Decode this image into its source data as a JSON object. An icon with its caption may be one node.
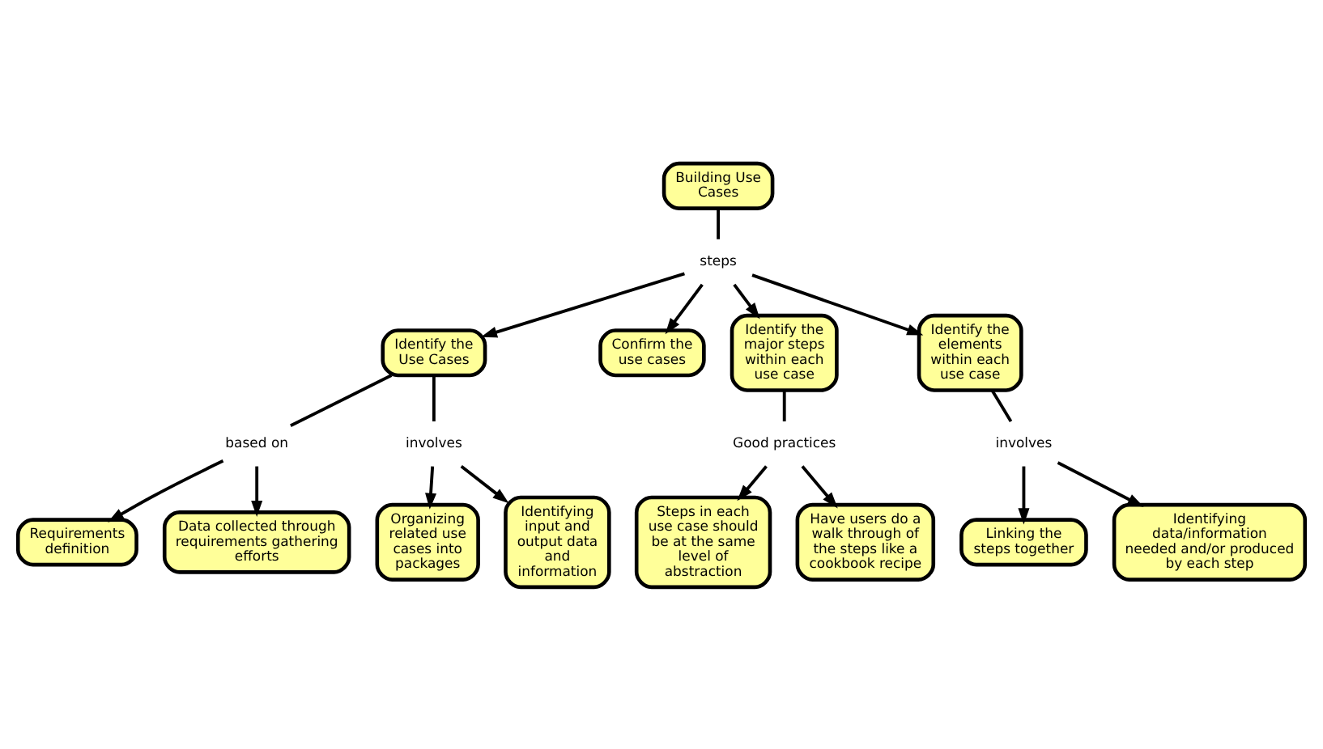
{
  "diagram": {
    "nodes": [
      {
        "text": [
          "Building Use Cases"
        ]
      },
      {
        "text": [
          "steps"
        ]
      },
      {
        "text": [
          "Identify the Use Cases"
        ]
      },
      {
        "text": [
          "Confirm the use cases"
        ]
      },
      {
        "text": [
          "Identify the major steps within each use case"
        ]
      },
      {
        "text": [
          "Identify the elements within each use case"
        ]
      },
      {
        "text": [
          "based on"
        ]
      },
      {
        "text": [
          "Requirements definition"
        ]
      },
      {
        "text": [
          "Data collected through requirements gathering efforts"
        ]
      },
      {
        "text": [
          "involves"
        ]
      },
      {
        "text": [
          "Organizing related use cases into packages"
        ]
      },
      {
        "text": [
          "Identifying input and output data and information"
        ]
      },
      {
        "text": [
          "Good practices"
        ]
      },
      {
        "text": [
          "Steps in each use case should be at the same level of abstraction"
        ]
      },
      {
        "text": [
          "Have users do a walk through of the steps like a cookbook recipe"
        ]
      },
      {
        "text": [
          "involves"
        ]
      },
      {
        "text": [
          "Linking the steps together"
        ]
      },
      {
        "text": [
          "Identifying data/information needed and/or produced by each step"
        ]
      }
    ],
    "edges": [
      {
        "from": 0,
        "to": 1,
        "arrow": "none"
      },
      {
        "from": 1,
        "to": 2,
        "arrow": "to"
      },
      {
        "from": 1,
        "to": 3,
        "arrow": "to"
      },
      {
        "from": 1,
        "to": 4,
        "arrow": "to"
      },
      {
        "from": 1,
        "to": 5,
        "arrow": "to"
      },
      {
        "from": 2,
        "to": 6,
        "arrow": "none"
      },
      {
        "from": 6,
        "to": 7,
        "arrow": "to"
      },
      {
        "from": 6,
        "to": 8,
        "arrow": "to"
      },
      {
        "from": 2,
        "to": 9,
        "arrow": "none"
      },
      {
        "from": 9,
        "to": 10,
        "arrow": "to"
      },
      {
        "from": 9,
        "to": 11,
        "arrow": "to"
      },
      {
        "from": 4,
        "to": 12,
        "arrow": "none"
      },
      {
        "from": 12,
        "to": 13,
        "arrow": "to"
      },
      {
        "from": 12,
        "to": 14,
        "arrow": "to"
      },
      {
        "from": 5,
        "to": 15,
        "arrow": "none"
      },
      {
        "from": 15,
        "to": 16,
        "arrow": "to"
      },
      {
        "from": 15,
        "to": 17,
        "arrow": "to"
      }
    ]
  }
}
